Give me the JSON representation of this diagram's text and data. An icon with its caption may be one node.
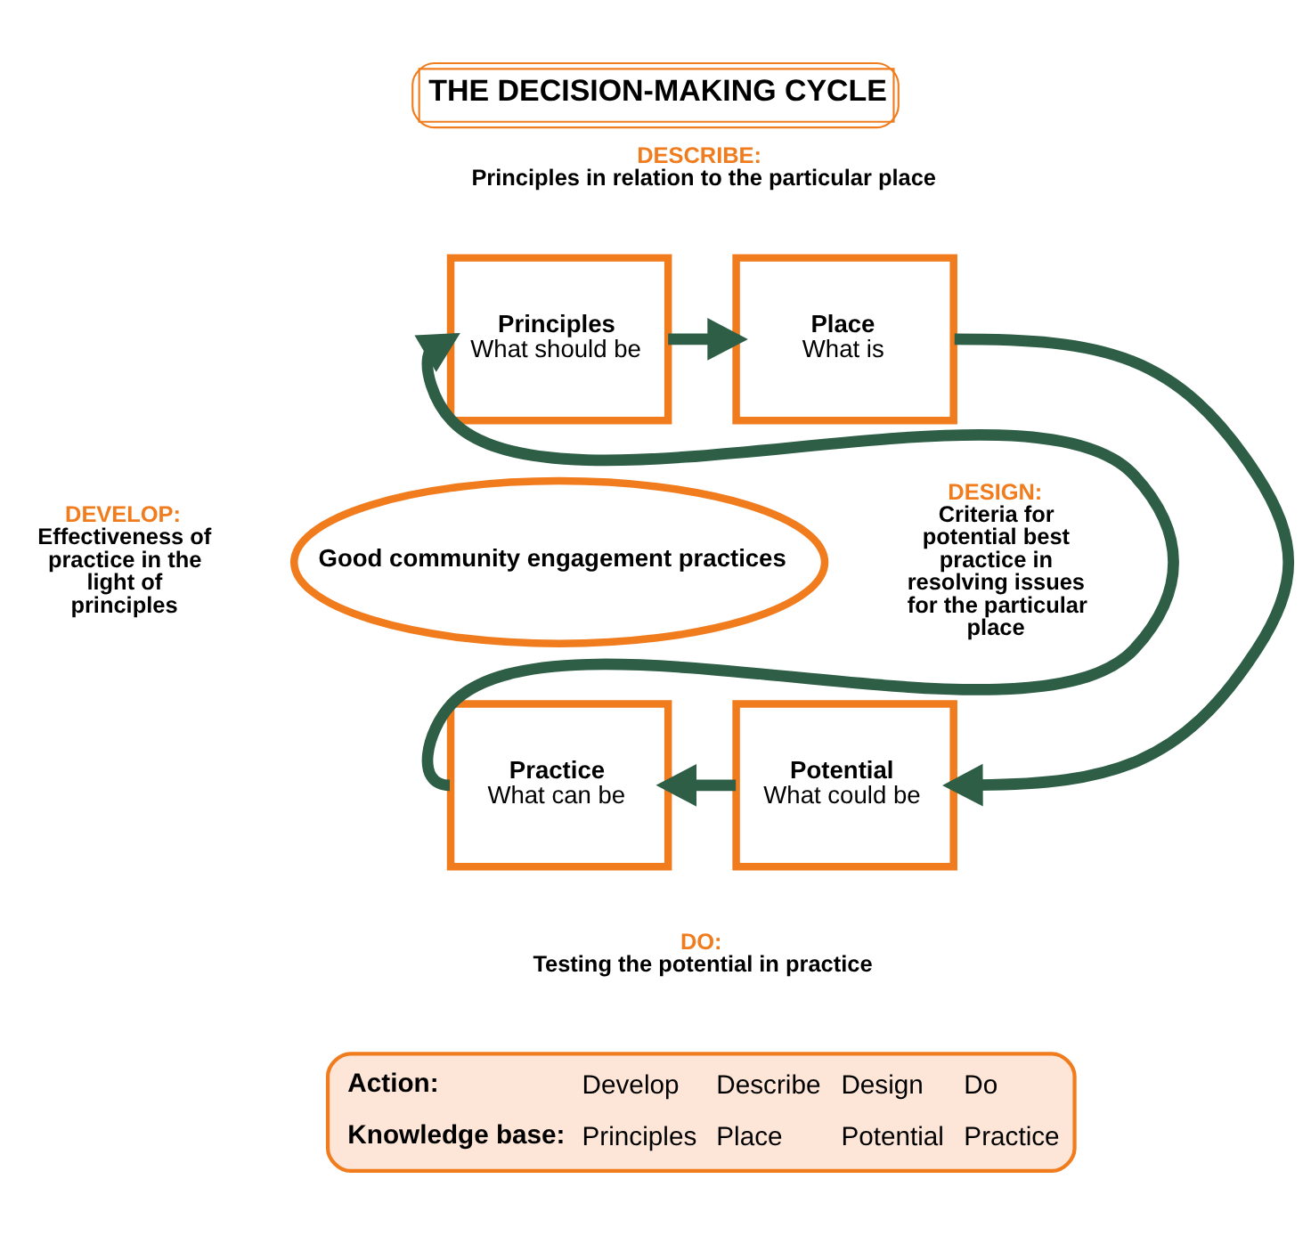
{
  "diagram": {
    "title": "THE DECISION-MAKING CYCLE",
    "nodes": [
      {
        "text": [
          "Principles",
          "What should be"
        ]
      },
      {
        "text": [
          "Place",
          "What is"
        ]
      },
      {
        "text": [
          "Good community engagement practices"
        ]
      },
      {
        "text": [
          "Practice",
          "What can be"
        ]
      },
      {
        "text": [
          "Potential",
          "What could be"
        ]
      }
    ],
    "edges": [
      {
        "from": 0,
        "to": 1,
        "arrow": "to"
      },
      {
        "from": 1,
        "to": 4,
        "arrow": "to"
      },
      {
        "from": 4,
        "to": 3,
        "arrow": "to"
      },
      {
        "from": 3,
        "to": 0,
        "arrow": "to"
      }
    ],
    "labels": [
      "DESCRIBE:",
      "Principles in relation to the particular place",
      "DEVELOP:",
      "Effectiveness of practice in the light of principles",
      "DESIGN:",
      "Criteria for potential best practice in resolving issues for the particular place",
      "DO:",
      "Testing the potential in practice",
      "Action:",
      "Develop",
      "Describe",
      "Design",
      "Do",
      "Knowledge base:",
      "Principles",
      "Place",
      "Potential",
      "Practice"
    ]
  }
}
